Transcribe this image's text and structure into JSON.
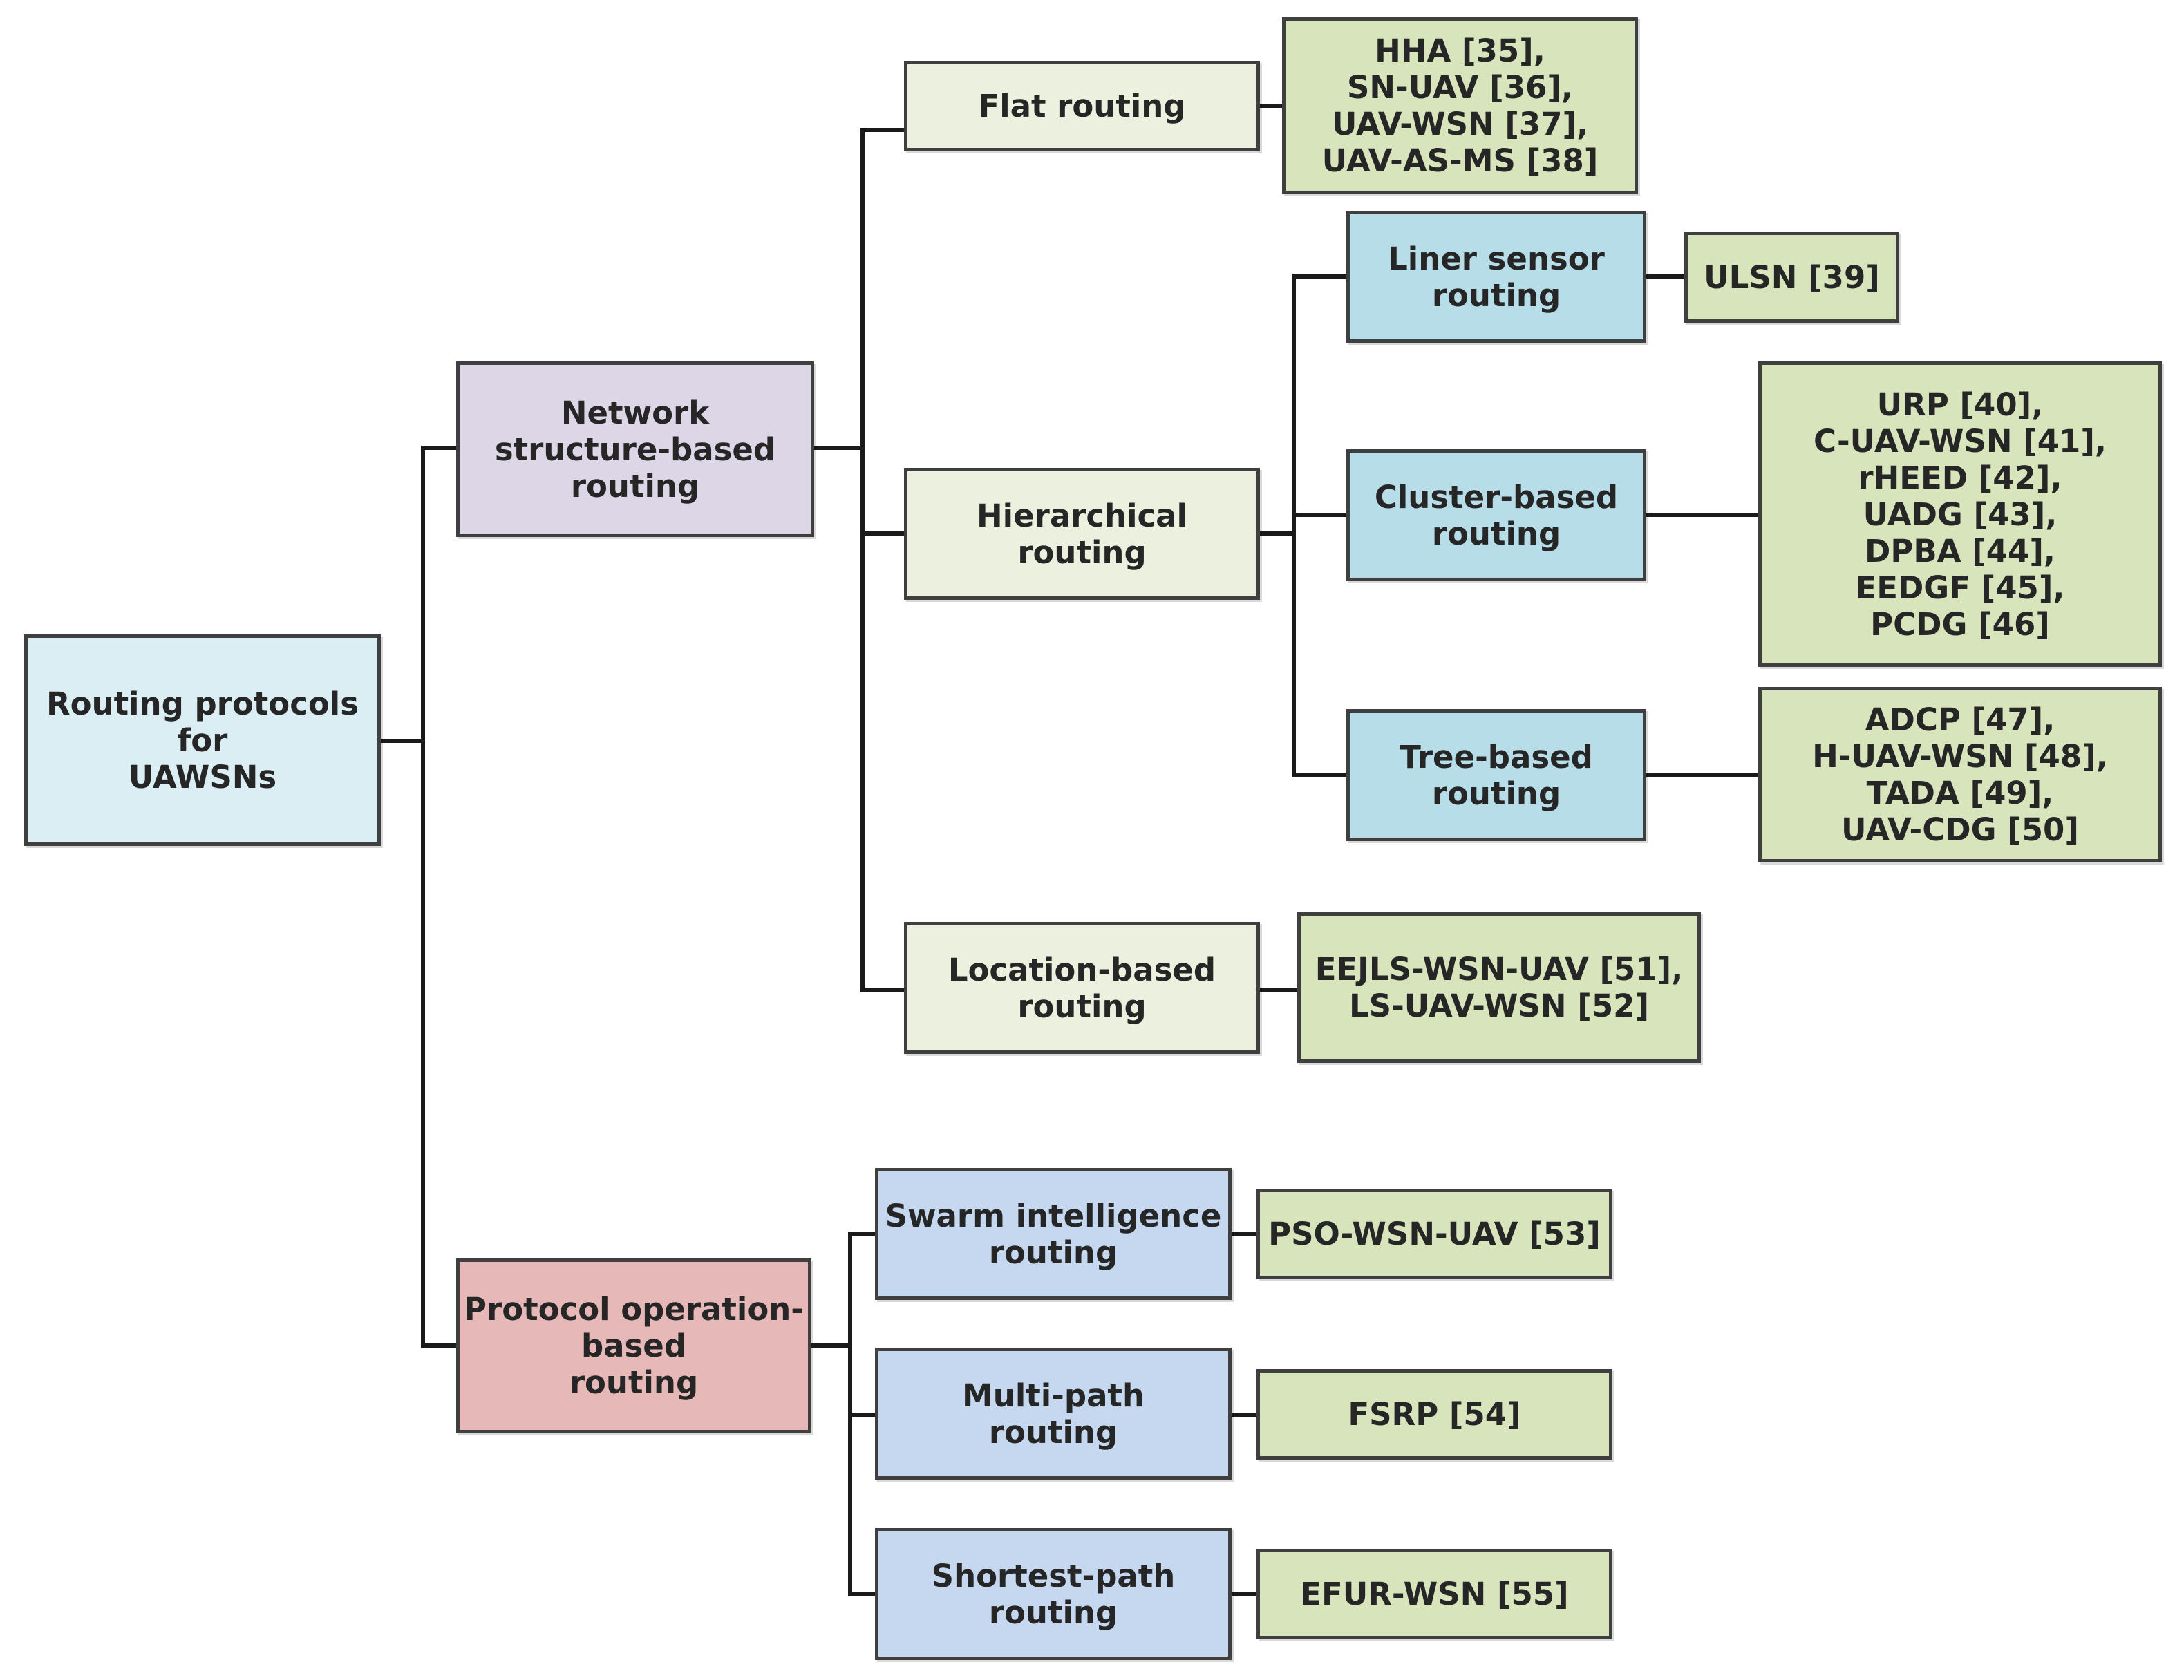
{
  "colors": {
    "root": "#dbeef4",
    "network_structure": "#ddd6e6",
    "protocol_operation": "#e6b9b8",
    "category": "#ebf1de",
    "hierarchical_sub": "#b7dde8",
    "operation_sub": "#c5d8ef",
    "references": "#d7e4bc",
    "line": "#1a1a1a"
  },
  "root": {
    "label": "Routing protocols\nfor\nUAWSNs"
  },
  "network_structure": {
    "label": "Network\nstructure-based\nrouting",
    "flat": {
      "label": "Flat routing",
      "refs": "HHA [35],\nSN-UAV [36],\nUAV-WSN [37],\nUAV-AS-MS [38]"
    },
    "hierarchical": {
      "label": "Hierarchical routing",
      "liner": {
        "label": "Liner sensor\nrouting",
        "refs": "ULSN [39]"
      },
      "cluster": {
        "label": "Cluster-based\nrouting",
        "refs": "URP [40],\nC-UAV-WSN [41],\nrHEED [42],\nUADG [43],\nDPBA [44],\nEEDGF [45],\nPCDG [46]"
      },
      "tree": {
        "label": "Tree-based\nrouting",
        "refs": "ADCP [47],\nH-UAV-WSN [48],\nTADA [49],\nUAV-CDG [50]"
      }
    },
    "location": {
      "label": "Location-based\nrouting",
      "refs": "EEJLS-WSN-UAV [51],\nLS-UAV-WSN [52]"
    }
  },
  "protocol_operation": {
    "label": "Protocol operation-\nbased\nrouting",
    "swarm": {
      "label": "Swarm intelligence\nrouting",
      "refs": "PSO-WSN-UAV [53]"
    },
    "multipath": {
      "label": "Multi-path\nrouting",
      "refs": "FSRP [54]"
    },
    "shortest": {
      "label": "Shortest-path\nrouting",
      "refs": "EFUR-WSN [55]"
    }
  }
}
